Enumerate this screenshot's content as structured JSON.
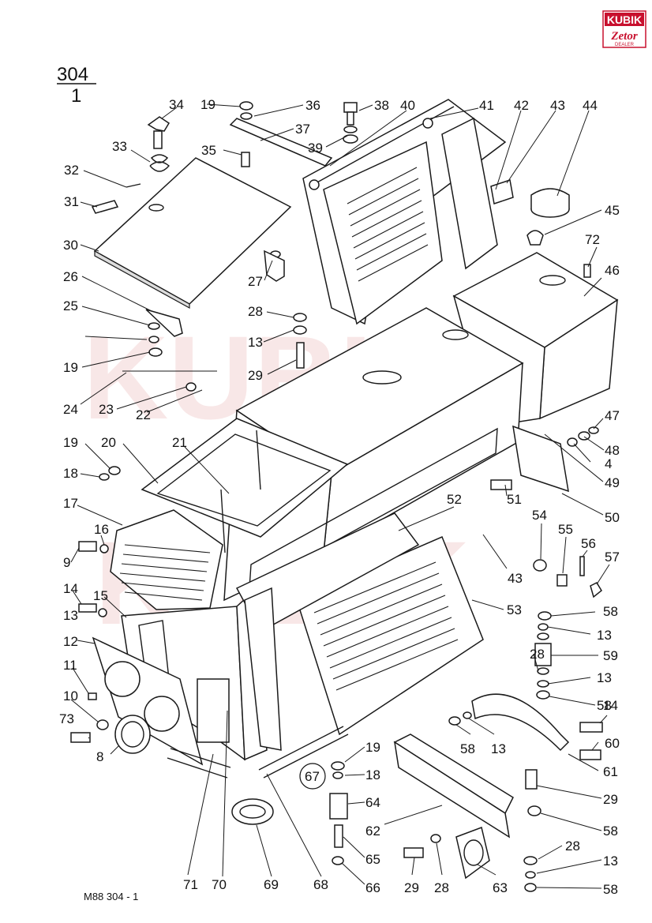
{
  "logo": {
    "top": "KUBIK",
    "bottom": "Zetor",
    "tag": "DEALER"
  },
  "watermark": "KUBIK",
  "title": {
    "group": "304",
    "sub": "1"
  },
  "footer": "M88   304 - 1",
  "accent_color": "#c8102e",
  "labels": [
    {
      "id": "l19a",
      "text": "19"
    },
    {
      "id": "l36",
      "text": "36"
    },
    {
      "id": "l38",
      "text": "38"
    },
    {
      "id": "l40",
      "text": "40"
    },
    {
      "id": "l41",
      "text": "41"
    },
    {
      "id": "l42",
      "text": "42"
    },
    {
      "id": "l43a",
      "text": "43"
    },
    {
      "id": "l44",
      "text": "44"
    },
    {
      "id": "l34",
      "text": "34"
    },
    {
      "id": "l37",
      "text": "37"
    },
    {
      "id": "l39",
      "text": "39"
    },
    {
      "id": "l33",
      "text": "33"
    },
    {
      "id": "l35",
      "text": "35"
    },
    {
      "id": "l32",
      "text": "32"
    },
    {
      "id": "l31",
      "text": "31"
    },
    {
      "id": "l45",
      "text": "45"
    },
    {
      "id": "l30",
      "text": "30"
    },
    {
      "id": "l72",
      "text": "72"
    },
    {
      "id": "l27",
      "text": "27"
    },
    {
      "id": "l46",
      "text": "46"
    },
    {
      "id": "l26",
      "text": "26"
    },
    {
      "id": "l25",
      "text": "25"
    },
    {
      "id": "l28a",
      "text": "28"
    },
    {
      "id": "l13a",
      "text": "13"
    },
    {
      "id": "l19b",
      "text": "19"
    },
    {
      "id": "l29a",
      "text": "29"
    },
    {
      "id": "l24",
      "text": "24"
    },
    {
      "id": "l23",
      "text": "23"
    },
    {
      "id": "l22",
      "text": "22"
    },
    {
      "id": "l47",
      "text": "47"
    },
    {
      "id": "l19c",
      "text": "19"
    },
    {
      "id": "l20",
      "text": "20"
    },
    {
      "id": "l21",
      "text": "21"
    },
    {
      "id": "l48",
      "text": "48"
    },
    {
      "id": "l4",
      "text": "4"
    },
    {
      "id": "l18a",
      "text": "18"
    },
    {
      "id": "l49",
      "text": "49"
    },
    {
      "id": "l51",
      "text": "51"
    },
    {
      "id": "l17",
      "text": "17"
    },
    {
      "id": "l52",
      "text": "52"
    },
    {
      "id": "l50",
      "text": "50"
    },
    {
      "id": "l16",
      "text": "16"
    },
    {
      "id": "l54",
      "text": "54"
    },
    {
      "id": "l55",
      "text": "55"
    },
    {
      "id": "l56",
      "text": "56"
    },
    {
      "id": "l9",
      "text": "9"
    },
    {
      "id": "l57",
      "text": "57"
    },
    {
      "id": "l43b",
      "text": "43"
    },
    {
      "id": "l14a",
      "text": "14"
    },
    {
      "id": "l15",
      "text": "15"
    },
    {
      "id": "l53",
      "text": "53"
    },
    {
      "id": "l13b",
      "text": "13"
    },
    {
      "id": "l58a",
      "text": "58"
    },
    {
      "id": "l12",
      "text": "12"
    },
    {
      "id": "l13c",
      "text": "13"
    },
    {
      "id": "l59",
      "text": "59"
    },
    {
      "id": "l28b",
      "text": "28"
    },
    {
      "id": "l13d",
      "text": "13"
    },
    {
      "id": "l11",
      "text": "11"
    },
    {
      "id": "l58b",
      "text": "58"
    },
    {
      "id": "l10",
      "text": "10"
    },
    {
      "id": "l14b",
      "text": "14"
    },
    {
      "id": "l73",
      "text": "73"
    },
    {
      "id": "l58c",
      "text": "58"
    },
    {
      "id": "l13e",
      "text": "13"
    },
    {
      "id": "l60",
      "text": "60"
    },
    {
      "id": "l8",
      "text": "8"
    },
    {
      "id": "l19d",
      "text": "19"
    },
    {
      "id": "l61",
      "text": "61"
    },
    {
      "id": "l67",
      "text": "67"
    },
    {
      "id": "l18b",
      "text": "18"
    },
    {
      "id": "l29b",
      "text": "29"
    },
    {
      "id": "l64",
      "text": "64"
    },
    {
      "id": "l62",
      "text": "62"
    },
    {
      "id": "l58d",
      "text": "58"
    },
    {
      "id": "l65",
      "text": "65"
    },
    {
      "id": "l28c",
      "text": "28"
    },
    {
      "id": "l13f",
      "text": "13"
    },
    {
      "id": "l71",
      "text": "71"
    },
    {
      "id": "l70",
      "text": "70"
    },
    {
      "id": "l69",
      "text": "69"
    },
    {
      "id": "l68",
      "text": "68"
    },
    {
      "id": "l66",
      "text": "66"
    },
    {
      "id": "l29c",
      "text": "29"
    },
    {
      "id": "l28d",
      "text": "28"
    },
    {
      "id": "l63",
      "text": "63"
    },
    {
      "id": "l58e",
      "text": "58"
    }
  ]
}
